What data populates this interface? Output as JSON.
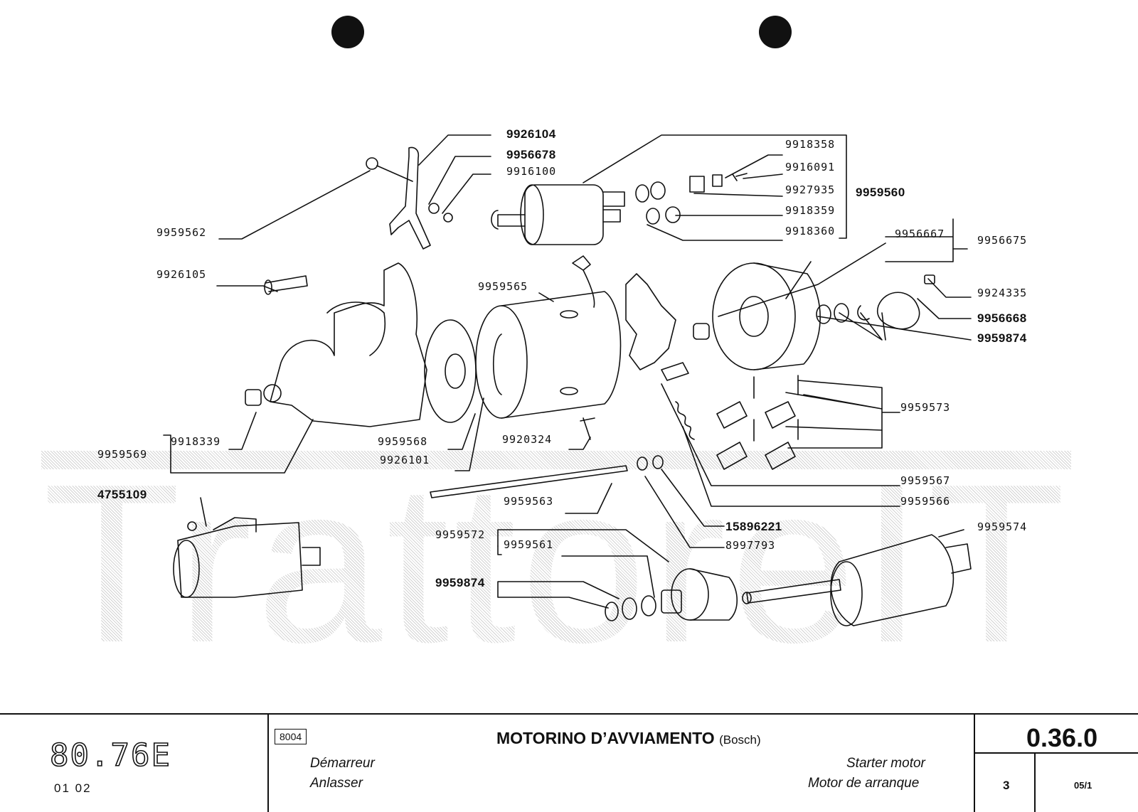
{
  "labels": {
    "l9926104": "9926104",
    "l9956678": "9956678",
    "l9916100": "9916100",
    "l9959562": "9959562",
    "l9918358": "9918358",
    "l9916091": "9916091",
    "l9927935": "9927935",
    "l9959560": "9959560",
    "l9918359": "9918359",
    "l9918360": "9918360",
    "l9956667": "9956667",
    "l9956675": "9956675",
    "l9926105": "9926105",
    "l9959565": "9959565",
    "l9924335": "9924335",
    "l9956668": "9956668",
    "l9959874a": "9959874",
    "l9959573": "9959573",
    "l9918339": "9918339",
    "l9959569": "9959569",
    "l9959568": "9959568",
    "l9920324": "9920324",
    "l9926101": "9926101",
    "l9959567": "9959567",
    "l9959566": "9959566",
    "l4755109": "4755109",
    "l9959563": "9959563",
    "l15896221": "15896221",
    "l8997793": "8997793",
    "l9959572": "9959572",
    "l9959561": "9959561",
    "l9959574": "9959574",
    "l9959874b": "9959874"
  },
  "titleblock": {
    "model": "80.76E",
    "codes": "01  02",
    "ref": "8004",
    "title": "MOTORINO D’AVVIAMENTO",
    "title_suffix": "(Bosch)",
    "fr": "Démarreur",
    "de": "Anlasser",
    "en": "Starter motor",
    "es": "Motor de arranque",
    "page": "0.36.0",
    "sheet": "3",
    "rev": "05/1"
  },
  "watermark": "TrattoreIT"
}
